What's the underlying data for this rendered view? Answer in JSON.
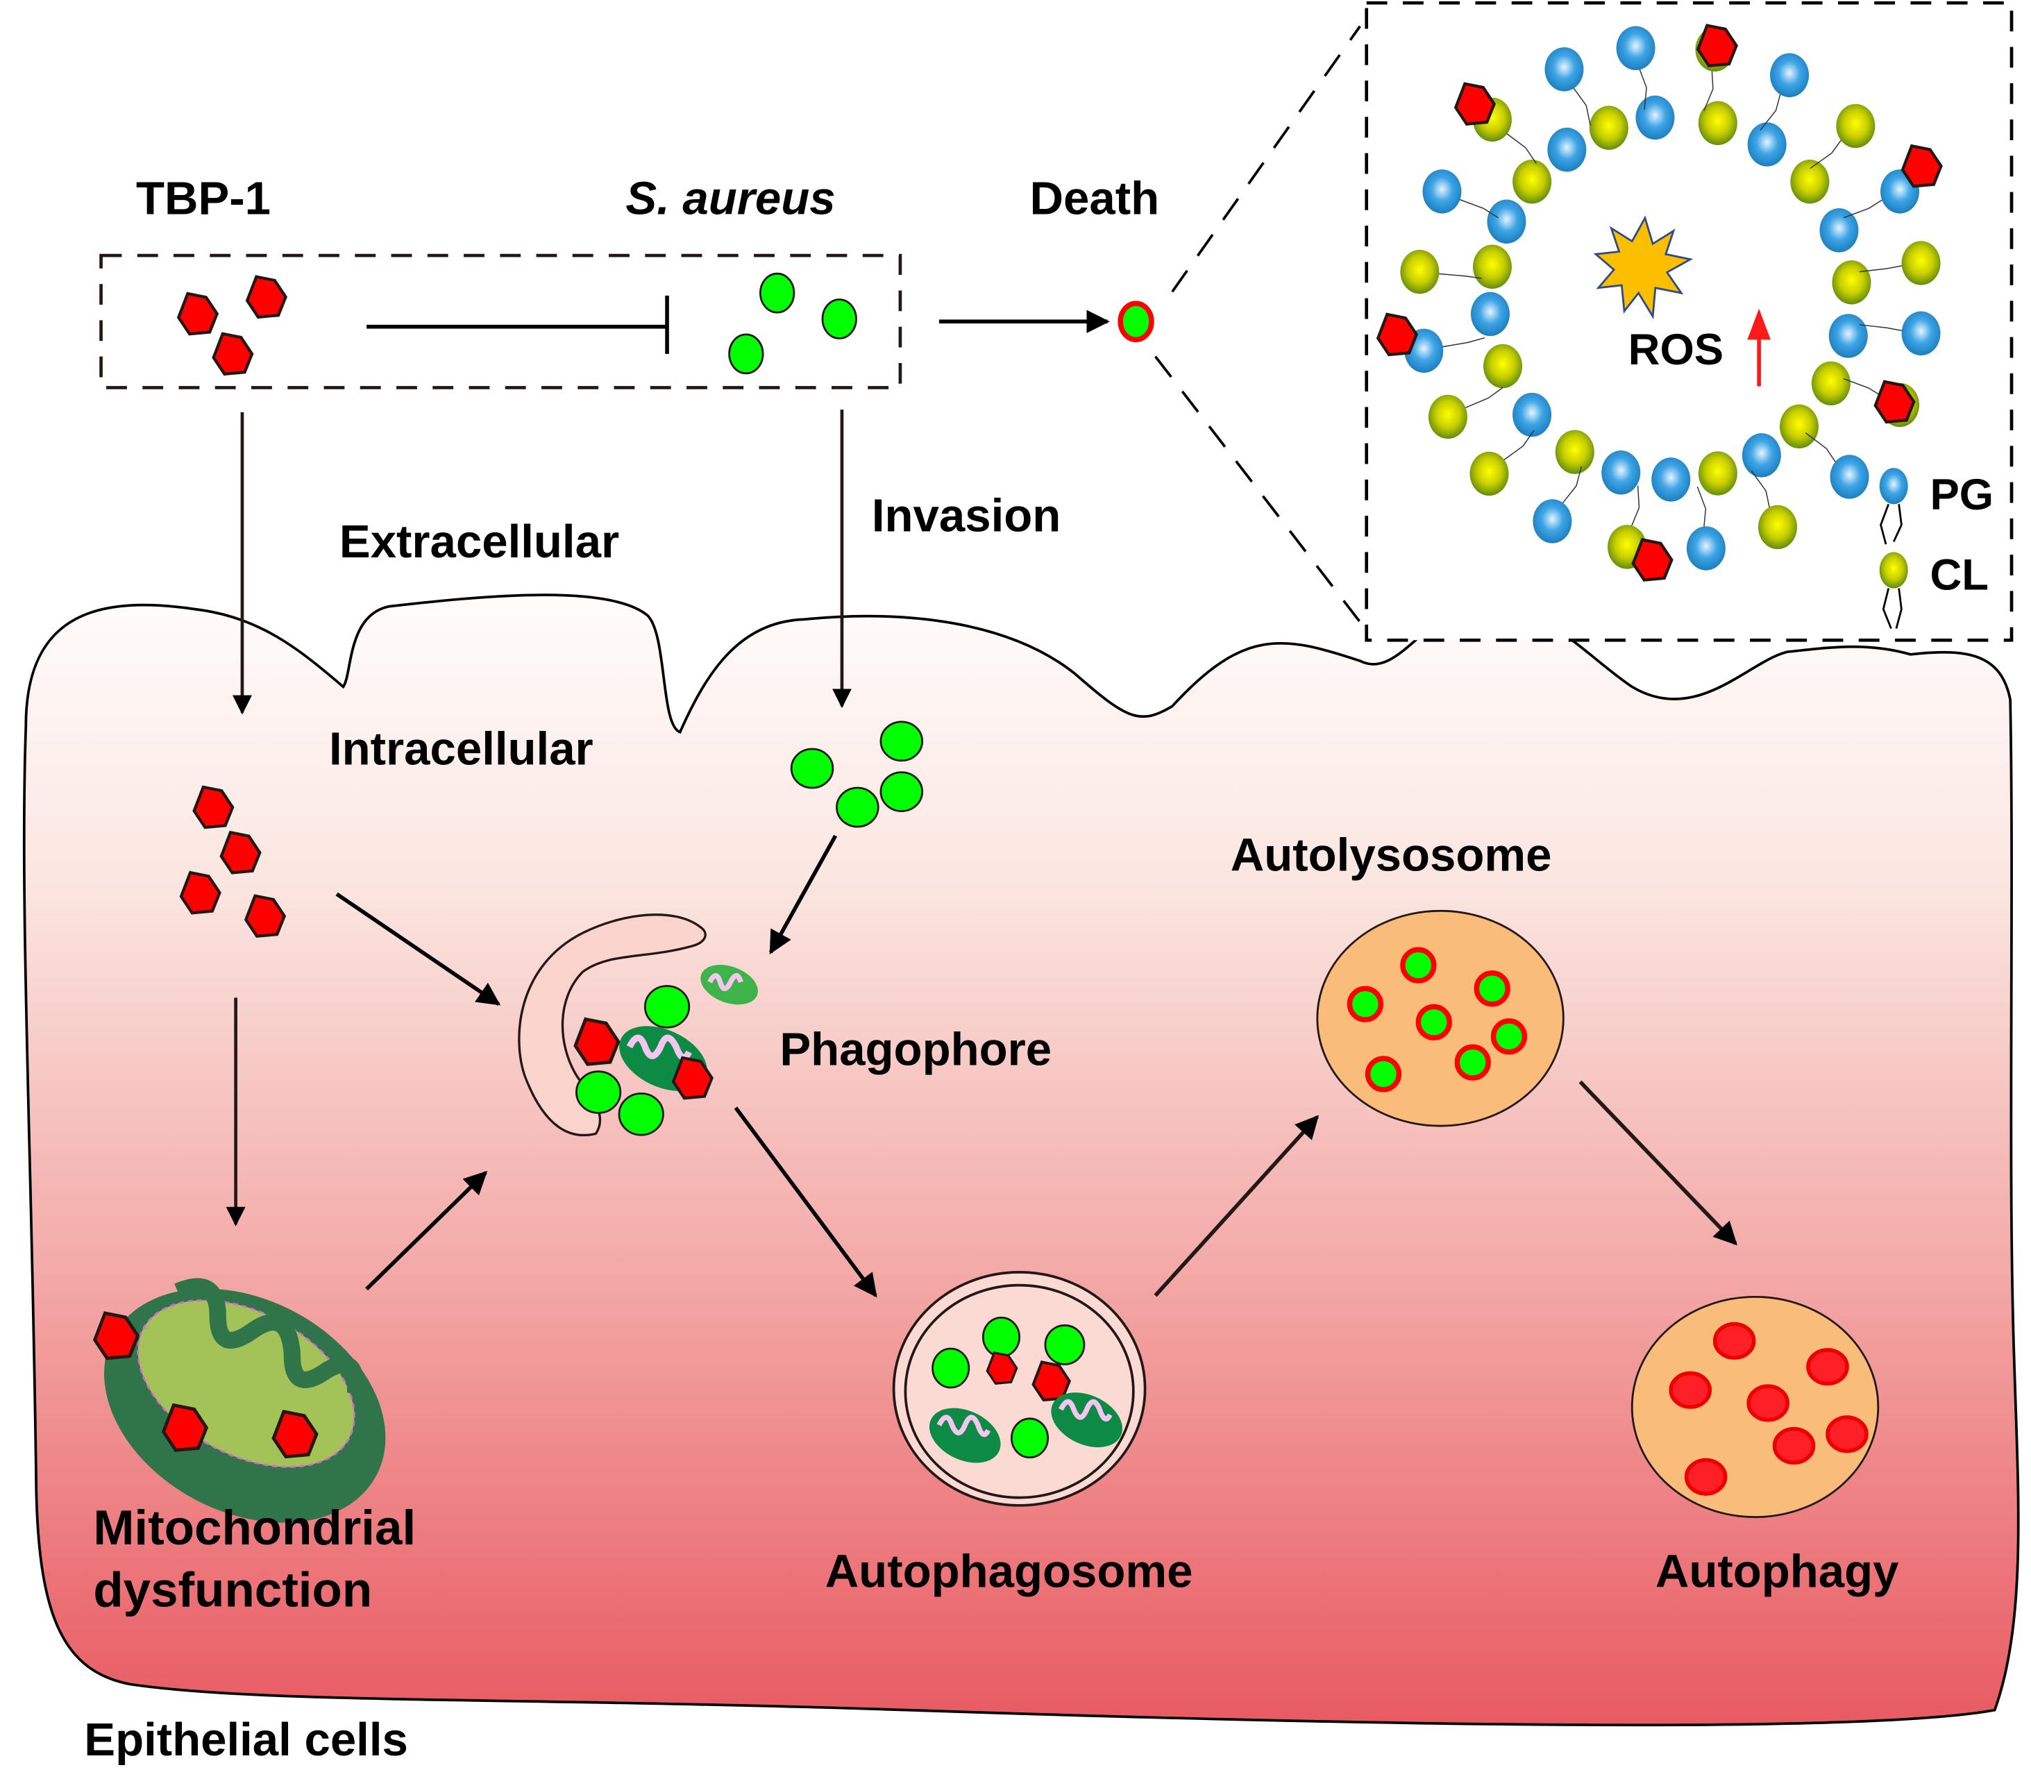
{
  "title_labels": {
    "tbp1": "TBP-1",
    "s_aureus": "S. aureus",
    "death": "Death",
    "invasion": "Invasion",
    "extracellular": "Extracellular",
    "intracellular": "Intracellular",
    "phagophore": "Phagophore",
    "autolysosome": "Autolysosome",
    "autophagosome": "Autophagosome",
    "autophagy": "Autophagy",
    "mito_line1": "Mitochondrial",
    "mito_line2": "dysfunction",
    "epithelial": "Epithelial cells"
  },
  "inset": {
    "ros": "ROS",
    "legend": [
      {
        "label": "PG",
        "color": "#1f8fd6"
      },
      {
        "label": "CL",
        "color": "#c8c800"
      }
    ]
  },
  "colors": {
    "tbp1_hexagon": "#ff0000",
    "bacteria": "#00ff00",
    "pg_lipid": "#1f8fd6",
    "cl_lipid": "#b5c400",
    "cell_top": "#fdf8f6",
    "cell_bottom": "#e85c62",
    "lysosome": "#f9bc7a",
    "mito_dark": "#2f7a4a",
    "mito_light": "#a3c257"
  }
}
